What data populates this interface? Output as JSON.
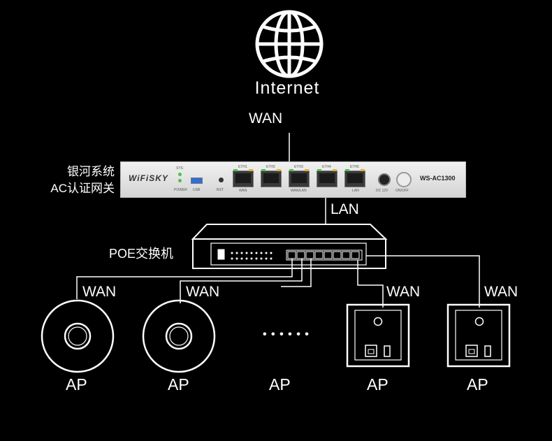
{
  "internet": {
    "label": "Internet",
    "icon": "globe-icon"
  },
  "links": {
    "wan_top": "WAN",
    "lan": "LAN"
  },
  "gateway": {
    "name_line1": "银河系统",
    "name_line2": "AC认证网关",
    "brand": "WiFiSKY",
    "model": "WS-AC1300",
    "ports": [
      "ETH1",
      "ETH2",
      "ETH3",
      "ETH4",
      "ETH5"
    ],
    "port_captions": {
      "wan": "WAN",
      "wan_lan": "WAN/LAN",
      "lan": "LAN"
    },
    "sys": "SYS",
    "power": "POWER",
    "usb": "USB",
    "rst": "RST",
    "dc": "DC 12V",
    "onoff": "ON/OFF"
  },
  "switch": {
    "label": "POE交换机"
  },
  "ellipsis": "• • •   • • •",
  "aps": [
    {
      "wan": "WAN",
      "label": "AP",
      "kind": "ceiling"
    },
    {
      "wan": "WAN",
      "label": "AP",
      "kind": "ceiling"
    },
    {
      "wan": "",
      "label": "AP",
      "kind": "more"
    },
    {
      "wan": "WAN",
      "label": "AP",
      "kind": "panel"
    },
    {
      "wan": "WAN",
      "label": "AP",
      "kind": "panel"
    }
  ],
  "colors": {
    "background": "#000000",
    "line": "#ffffff",
    "led_green": "#4cc14c",
    "led_amber": "#e2b13a",
    "usb_blue": "#2f6fd6"
  }
}
